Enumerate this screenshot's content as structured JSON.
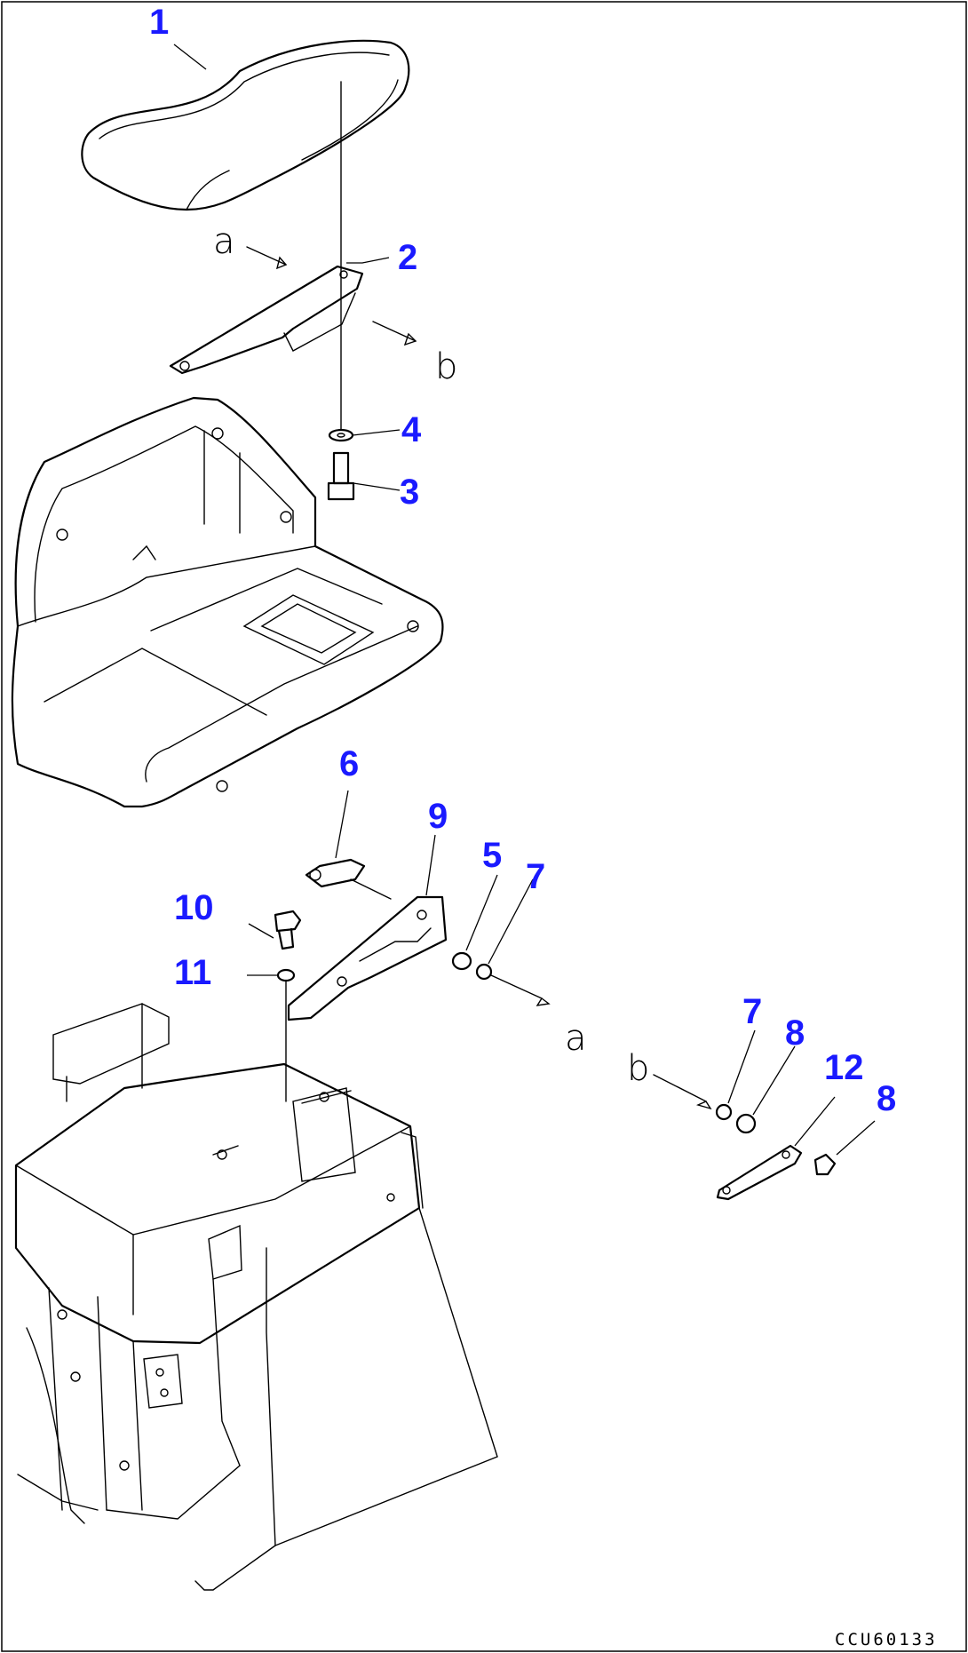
{
  "callouts": [
    {
      "id": "1",
      "text": "1"
    },
    {
      "id": "2",
      "text": "2"
    },
    {
      "id": "3",
      "text": "3"
    },
    {
      "id": "4",
      "text": "4"
    },
    {
      "id": "5",
      "text": "5"
    },
    {
      "id": "6",
      "text": "6"
    },
    {
      "id": "7a",
      "text": "7"
    },
    {
      "id": "7b",
      "text": "7"
    },
    {
      "id": "8a",
      "text": "8"
    },
    {
      "id": "8b",
      "text": "8"
    },
    {
      "id": "9",
      "text": "9"
    },
    {
      "id": "10",
      "text": "10"
    },
    {
      "id": "11",
      "text": "11"
    },
    {
      "id": "12",
      "text": "12"
    }
  ],
  "view_refs": {
    "a_top": "a",
    "b_top": "b",
    "a_mid": "a",
    "b_mid": "b"
  },
  "drawing_code": "CCU60133",
  "colors": {
    "callout": "#1a1aff",
    "line": "#000000"
  }
}
